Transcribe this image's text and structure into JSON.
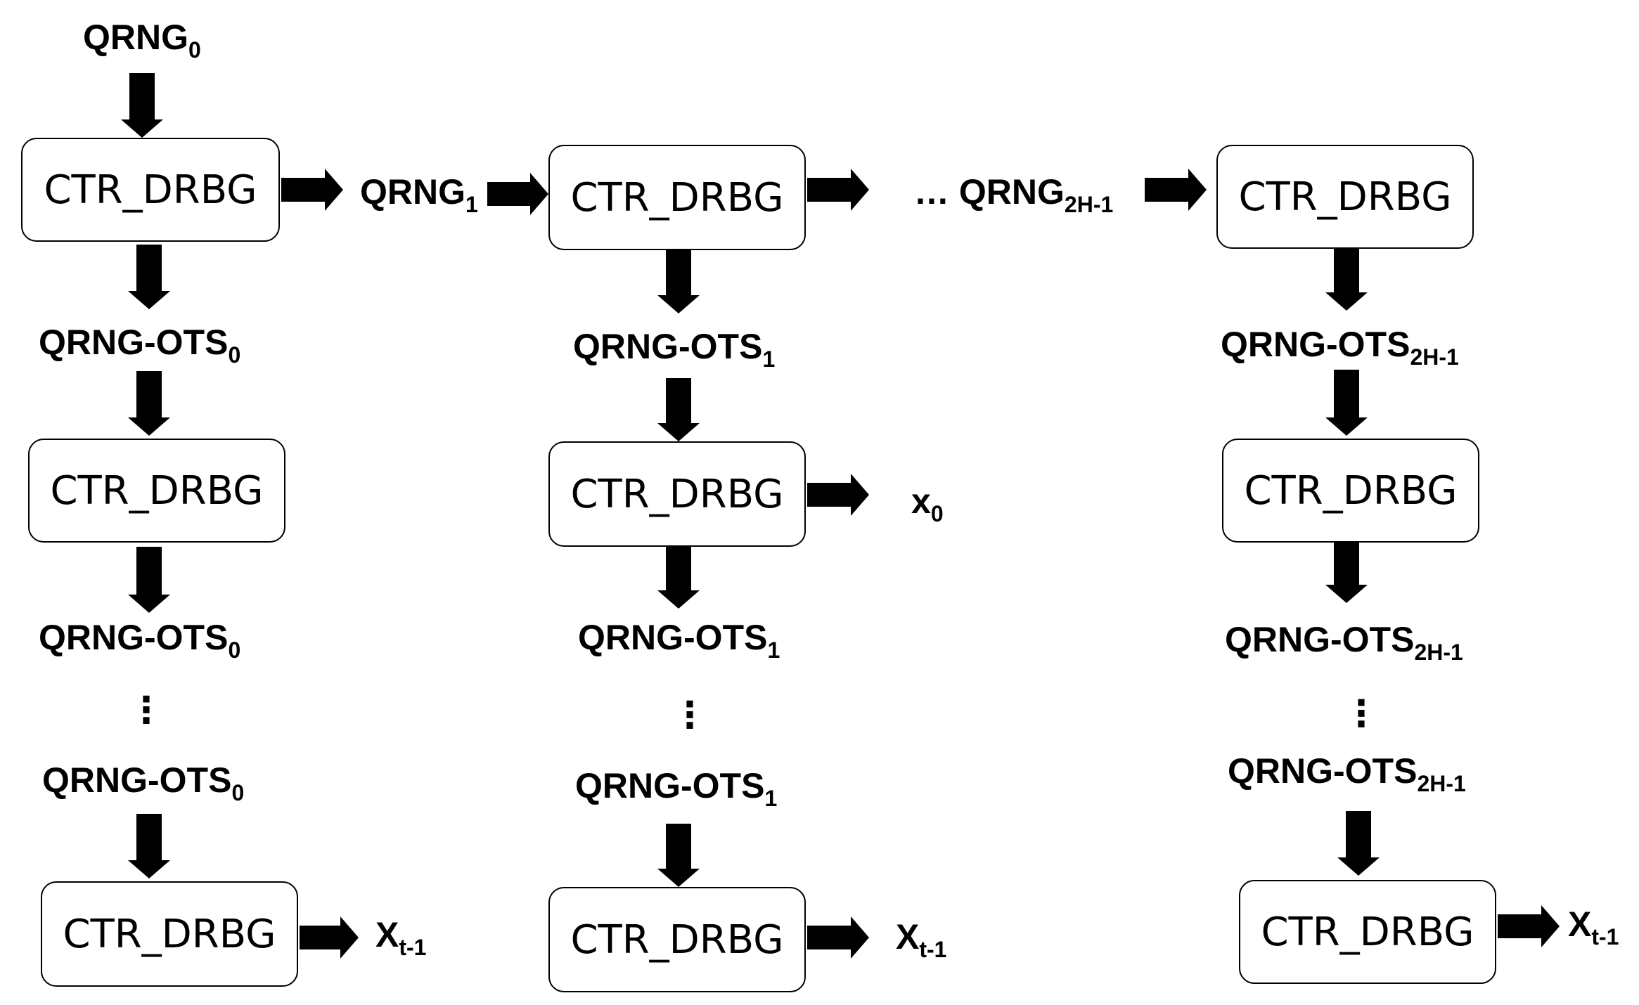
{
  "block_label": "CTR_DRBG",
  "labels": {
    "qrng0": {
      "base": "QRNG",
      "sub": "0"
    },
    "qrng1": {
      "base": "QRNG",
      "sub": "1"
    },
    "qrng2h": {
      "prefix": "… ",
      "base": "QRNG",
      "sub": "2H-1"
    },
    "ots0": {
      "base": "QRNG-OTS",
      "sub": "0"
    },
    "ots1": {
      "base": "QRNG-OTS",
      "sub": "1"
    },
    "ots2h": {
      "base": "QRNG-OTS",
      "sub": "2H-1"
    },
    "x0": {
      "base": "x",
      "sub": "0"
    },
    "xt1": {
      "base": "X",
      "sub": "t-1"
    }
  },
  "ellipsis": "⋮",
  "arrow_color": "#000000",
  "box_border_color": "#000000"
}
